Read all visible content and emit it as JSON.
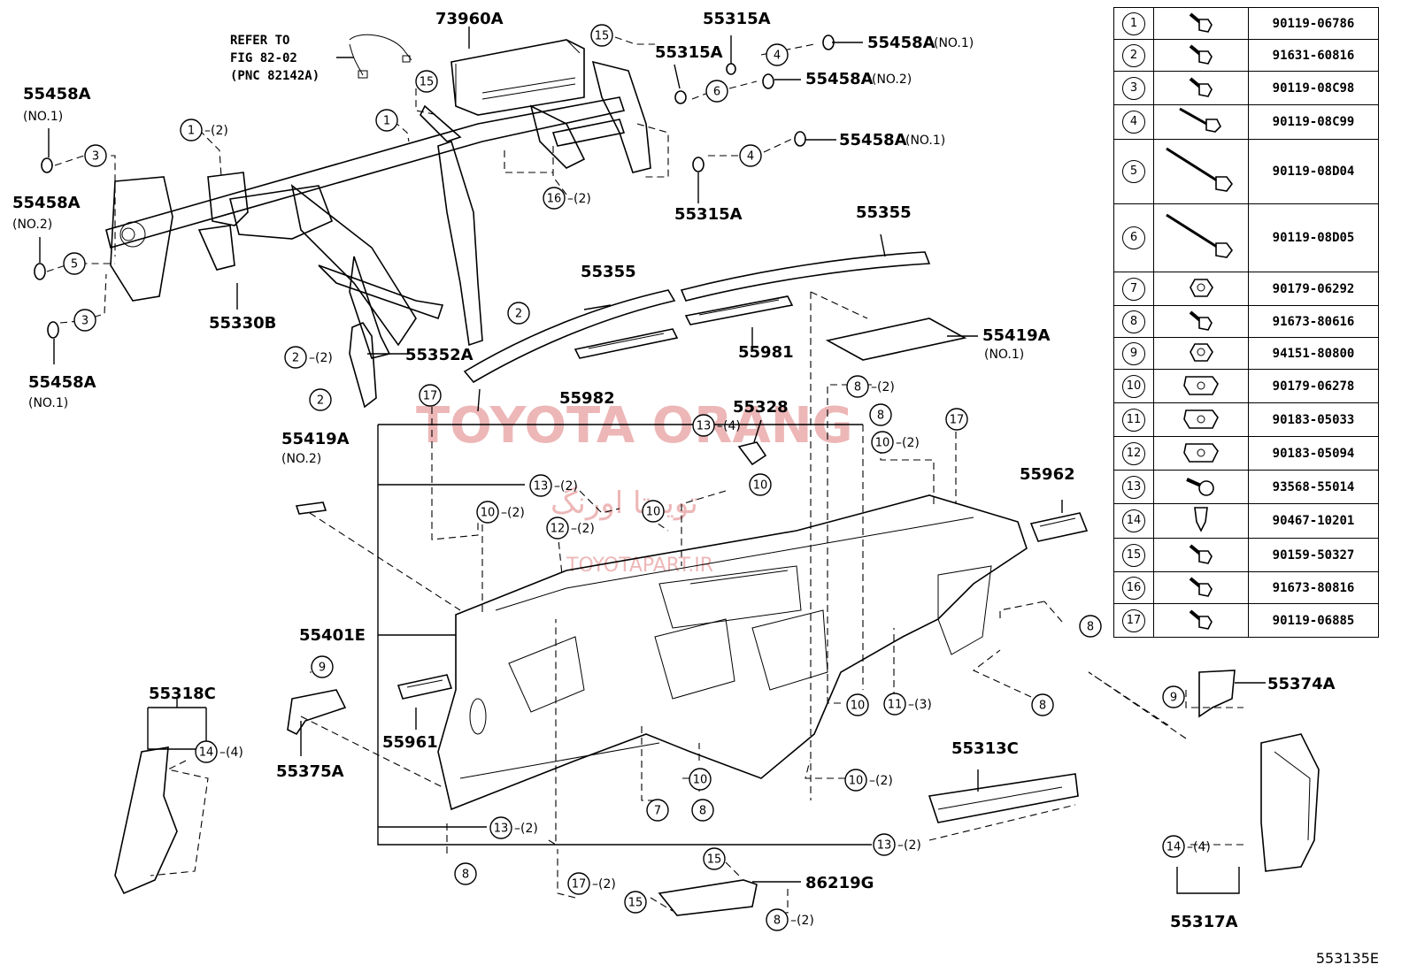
{
  "refer_note": [
    "REFER TO",
    "FIG 82-02",
    "(PNC 82142A)"
  ],
  "watermark": {
    "main": "TOYOTA ORANG",
    "persian": "تویوتا اورنگ",
    "site": "TOYOTAPART.IR"
  },
  "figure_code": "553135E",
  "labels": {
    "p73960A": "73960A",
    "p55315A_top": "55315A",
    "p55315A_mid": "55315A",
    "p55315A_low": "55315A",
    "p55458A_no1_a": "55458A",
    "p55458A_no2_a": "55458A",
    "p55458A_no1_b": "55458A",
    "no1": "(NO.1)",
    "no2": "(NO.2)",
    "l_55458A_1": "55458A",
    "l_55458A_1_sub": "(NO.1)",
    "l_55458A_2": "55458A",
    "l_55458A_2_sub": "(NO.2)",
    "l_55458A_3": "55458A",
    "l_55458A_3_sub": "(NO.1)",
    "p55330B": "55330B",
    "p55352A": "55352A",
    "p55355_a": "55355",
    "p55355_b": "55355",
    "p55982": "55982",
    "p55981": "55981",
    "p55419A_1": "55419A",
    "p55419A_1_sub": "(NO.1)",
    "p55419A_2": "55419A",
    "p55419A_2_sub": "(NO.2)",
    "p55328": "55328",
    "p55962": "55962",
    "p55401E": "55401E",
    "p55961": "55961",
    "p55318C": "55318C",
    "p55375A": "55375A",
    "p55313C": "55313C",
    "p55374A": "55374A",
    "p55317A": "55317A",
    "p86219G": "86219G"
  },
  "callouts": [
    {
      "n": "1",
      "q": "(2)"
    },
    {
      "n": "1",
      "q": ""
    },
    {
      "n": "2",
      "q": ""
    },
    {
      "n": "2",
      "q": "(2)"
    },
    {
      "n": "2",
      "q": ""
    },
    {
      "n": "3",
      "q": ""
    },
    {
      "n": "3",
      "q": ""
    },
    {
      "n": "4",
      "q": ""
    },
    {
      "n": "4",
      "q": ""
    },
    {
      "n": "5",
      "q": ""
    },
    {
      "n": "6",
      "q": ""
    },
    {
      "n": "7",
      "q": ""
    },
    {
      "n": "8",
      "q": "(2)"
    },
    {
      "n": "8",
      "q": ""
    },
    {
      "n": "8",
      "q": ""
    },
    {
      "n": "8",
      "q": ""
    },
    {
      "n": "8",
      "q": ""
    },
    {
      "n": "8",
      "q": "(2)"
    },
    {
      "n": "8",
      "q": ""
    },
    {
      "n": "9",
      "q": ""
    },
    {
      "n": "9",
      "q": ""
    },
    {
      "n": "10",
      "q": "(2)"
    },
    {
      "n": "10",
      "q": ""
    },
    {
      "n": "10",
      "q": "(2)"
    },
    {
      "n": "10",
      "q": ""
    },
    {
      "n": "10",
      "q": ""
    },
    {
      "n": "10",
      "q": ""
    },
    {
      "n": "10",
      "q": "(2)"
    },
    {
      "n": "11",
      "q": "(3)"
    },
    {
      "n": "12",
      "q": "(2)"
    },
    {
      "n": "13",
      "q": "(4)"
    },
    {
      "n": "13",
      "q": "(2)"
    },
    {
      "n": "13",
      "q": "(2)"
    },
    {
      "n": "13",
      "q": "(2)"
    },
    {
      "n": "14",
      "q": "(4)"
    },
    {
      "n": "14",
      "q": "(4)"
    },
    {
      "n": "15",
      "q": ""
    },
    {
      "n": "15",
      "q": ""
    },
    {
      "n": "15",
      "q": ""
    },
    {
      "n": "15",
      "q": ""
    },
    {
      "n": "16",
      "q": "(2)"
    },
    {
      "n": "17",
      "q": ""
    },
    {
      "n": "17",
      "q": ""
    },
    {
      "n": "17",
      "q": "(2)"
    }
  ],
  "legend": [
    {
      "num": "1",
      "icon": "flange-bolt-icon",
      "part": "90119-06786"
    },
    {
      "num": "2",
      "icon": "flange-bolt-icon",
      "part": "91631-60816"
    },
    {
      "num": "3",
      "icon": "flange-bolt-icon",
      "part": "90119-08C98"
    },
    {
      "num": "4",
      "icon": "long-bolt-icon",
      "part": "90119-08C99"
    },
    {
      "num": "5",
      "icon": "extra-long-bolt-icon",
      "part": "90119-08D04"
    },
    {
      "num": "6",
      "icon": "extra-long-bolt-icon",
      "part": "90119-08D05"
    },
    {
      "num": "7",
      "icon": "nut-icon",
      "part": "90179-06292"
    },
    {
      "num": "8",
      "icon": "flange-bolt-icon",
      "part": "91673-80616"
    },
    {
      "num": "9",
      "icon": "nut-icon",
      "part": "94151-80800"
    },
    {
      "num": "10",
      "icon": "clip-nut-icon",
      "part": "90179-06278"
    },
    {
      "num": "11",
      "icon": "clip-nut-icon",
      "part": "90183-05033"
    },
    {
      "num": "12",
      "icon": "clip-nut-icon",
      "part": "90183-05094"
    },
    {
      "num": "13",
      "icon": "screw-icon",
      "part": "93568-55014"
    },
    {
      "num": "14",
      "icon": "clip-icon",
      "part": "90467-10201"
    },
    {
      "num": "15",
      "icon": "flange-bolt-icon",
      "part": "90159-50327"
    },
    {
      "num": "16",
      "icon": "flange-bolt-icon",
      "part": "91673-80816"
    },
    {
      "num": "17",
      "icon": "flange-bolt-icon",
      "part": "90119-06885"
    }
  ]
}
